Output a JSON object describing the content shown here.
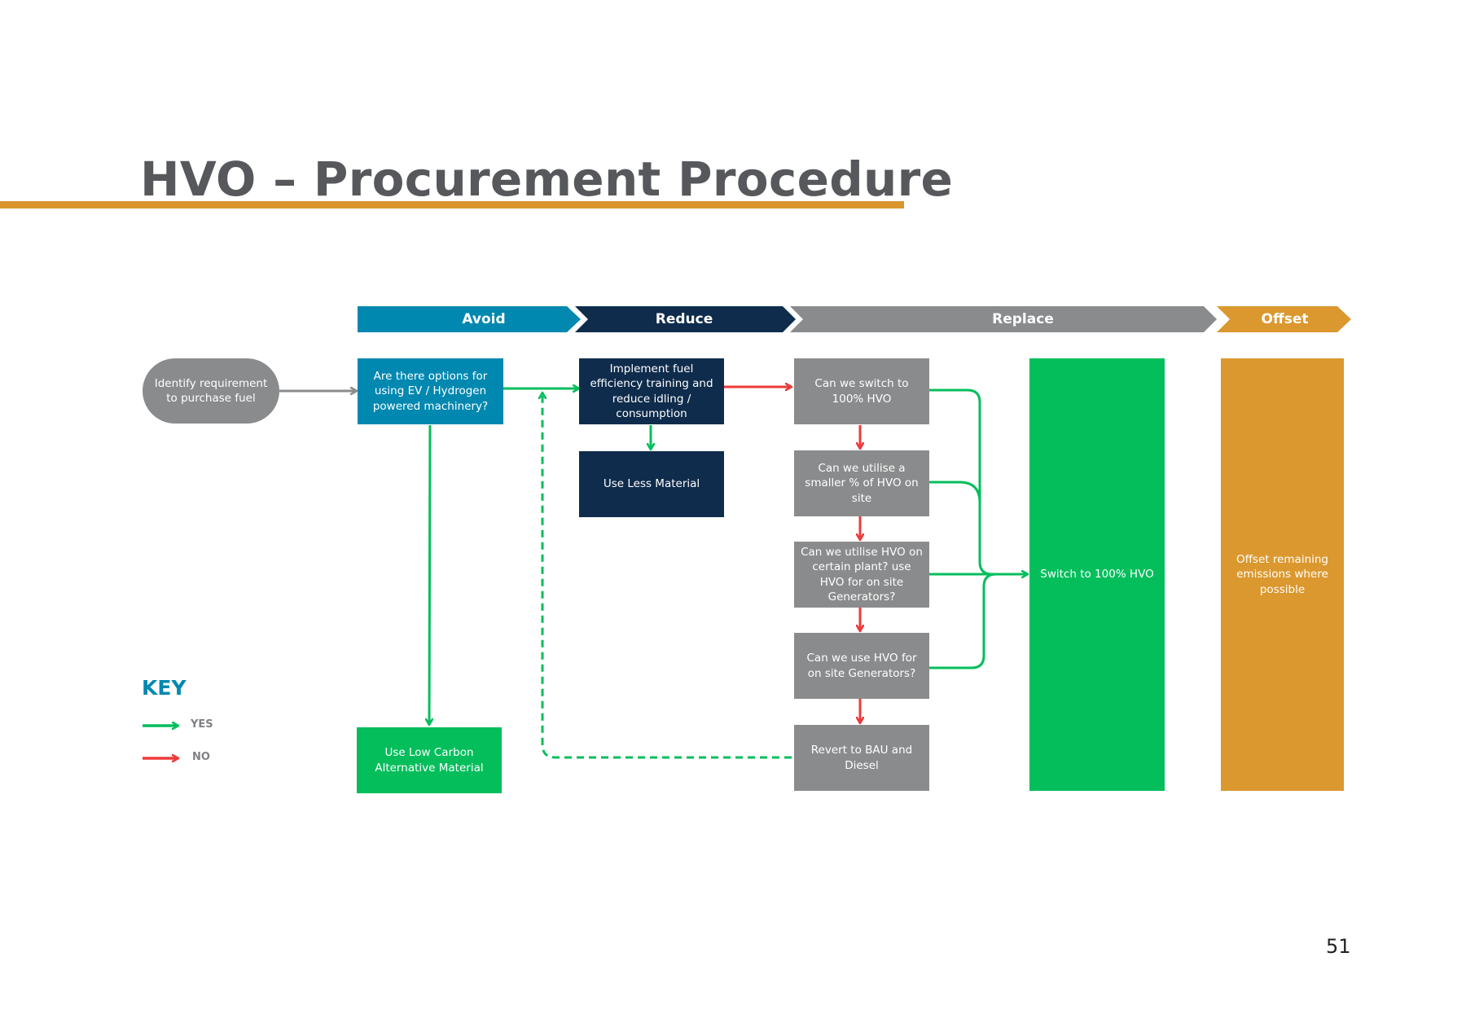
{
  "title": "HVO – Procurement Procedure",
  "phases": {
    "avoid": "Avoid",
    "reduce": "Reduce",
    "replace": "Replace",
    "offset": "Offset"
  },
  "nodes": {
    "identify": "Identify requirement to purchase fuel",
    "ev_options": "Are there options for using EV / Hydrogen powered machinery?",
    "low_carbon": "Use Low Carbon Alternative Material",
    "fuel_efficiency": "Implement fuel efficiency training and reduce idling / consumption",
    "less_material": "Use Less Material",
    "switch_100": "Can we switch to 100% HVO",
    "smaller_pct": "Can we utilise a smaller % of HVO on site",
    "certain_plant": "Can we utilise HVO on certain plant? use HVO for on site Generators?",
    "generators": "Can we use HVO for on site Generators?",
    "revert": "Revert to BAU and Diesel",
    "switch_result": "Switch to 100% HVO",
    "offset_result": "Offset remaining emissions where possible"
  },
  "key": {
    "title": "KEY",
    "yes": "YES",
    "no": "NO"
  },
  "colors": {
    "avoid": "#0088b0",
    "reduce": "#0f2c4c",
    "replace": "#8a8b8c",
    "offset": "#db982e",
    "yes_arrow": "#04be5c",
    "no_arrow": "#ee3a3a",
    "neutral_arrow": "#8a8b8c"
  },
  "page_number": "51"
}
